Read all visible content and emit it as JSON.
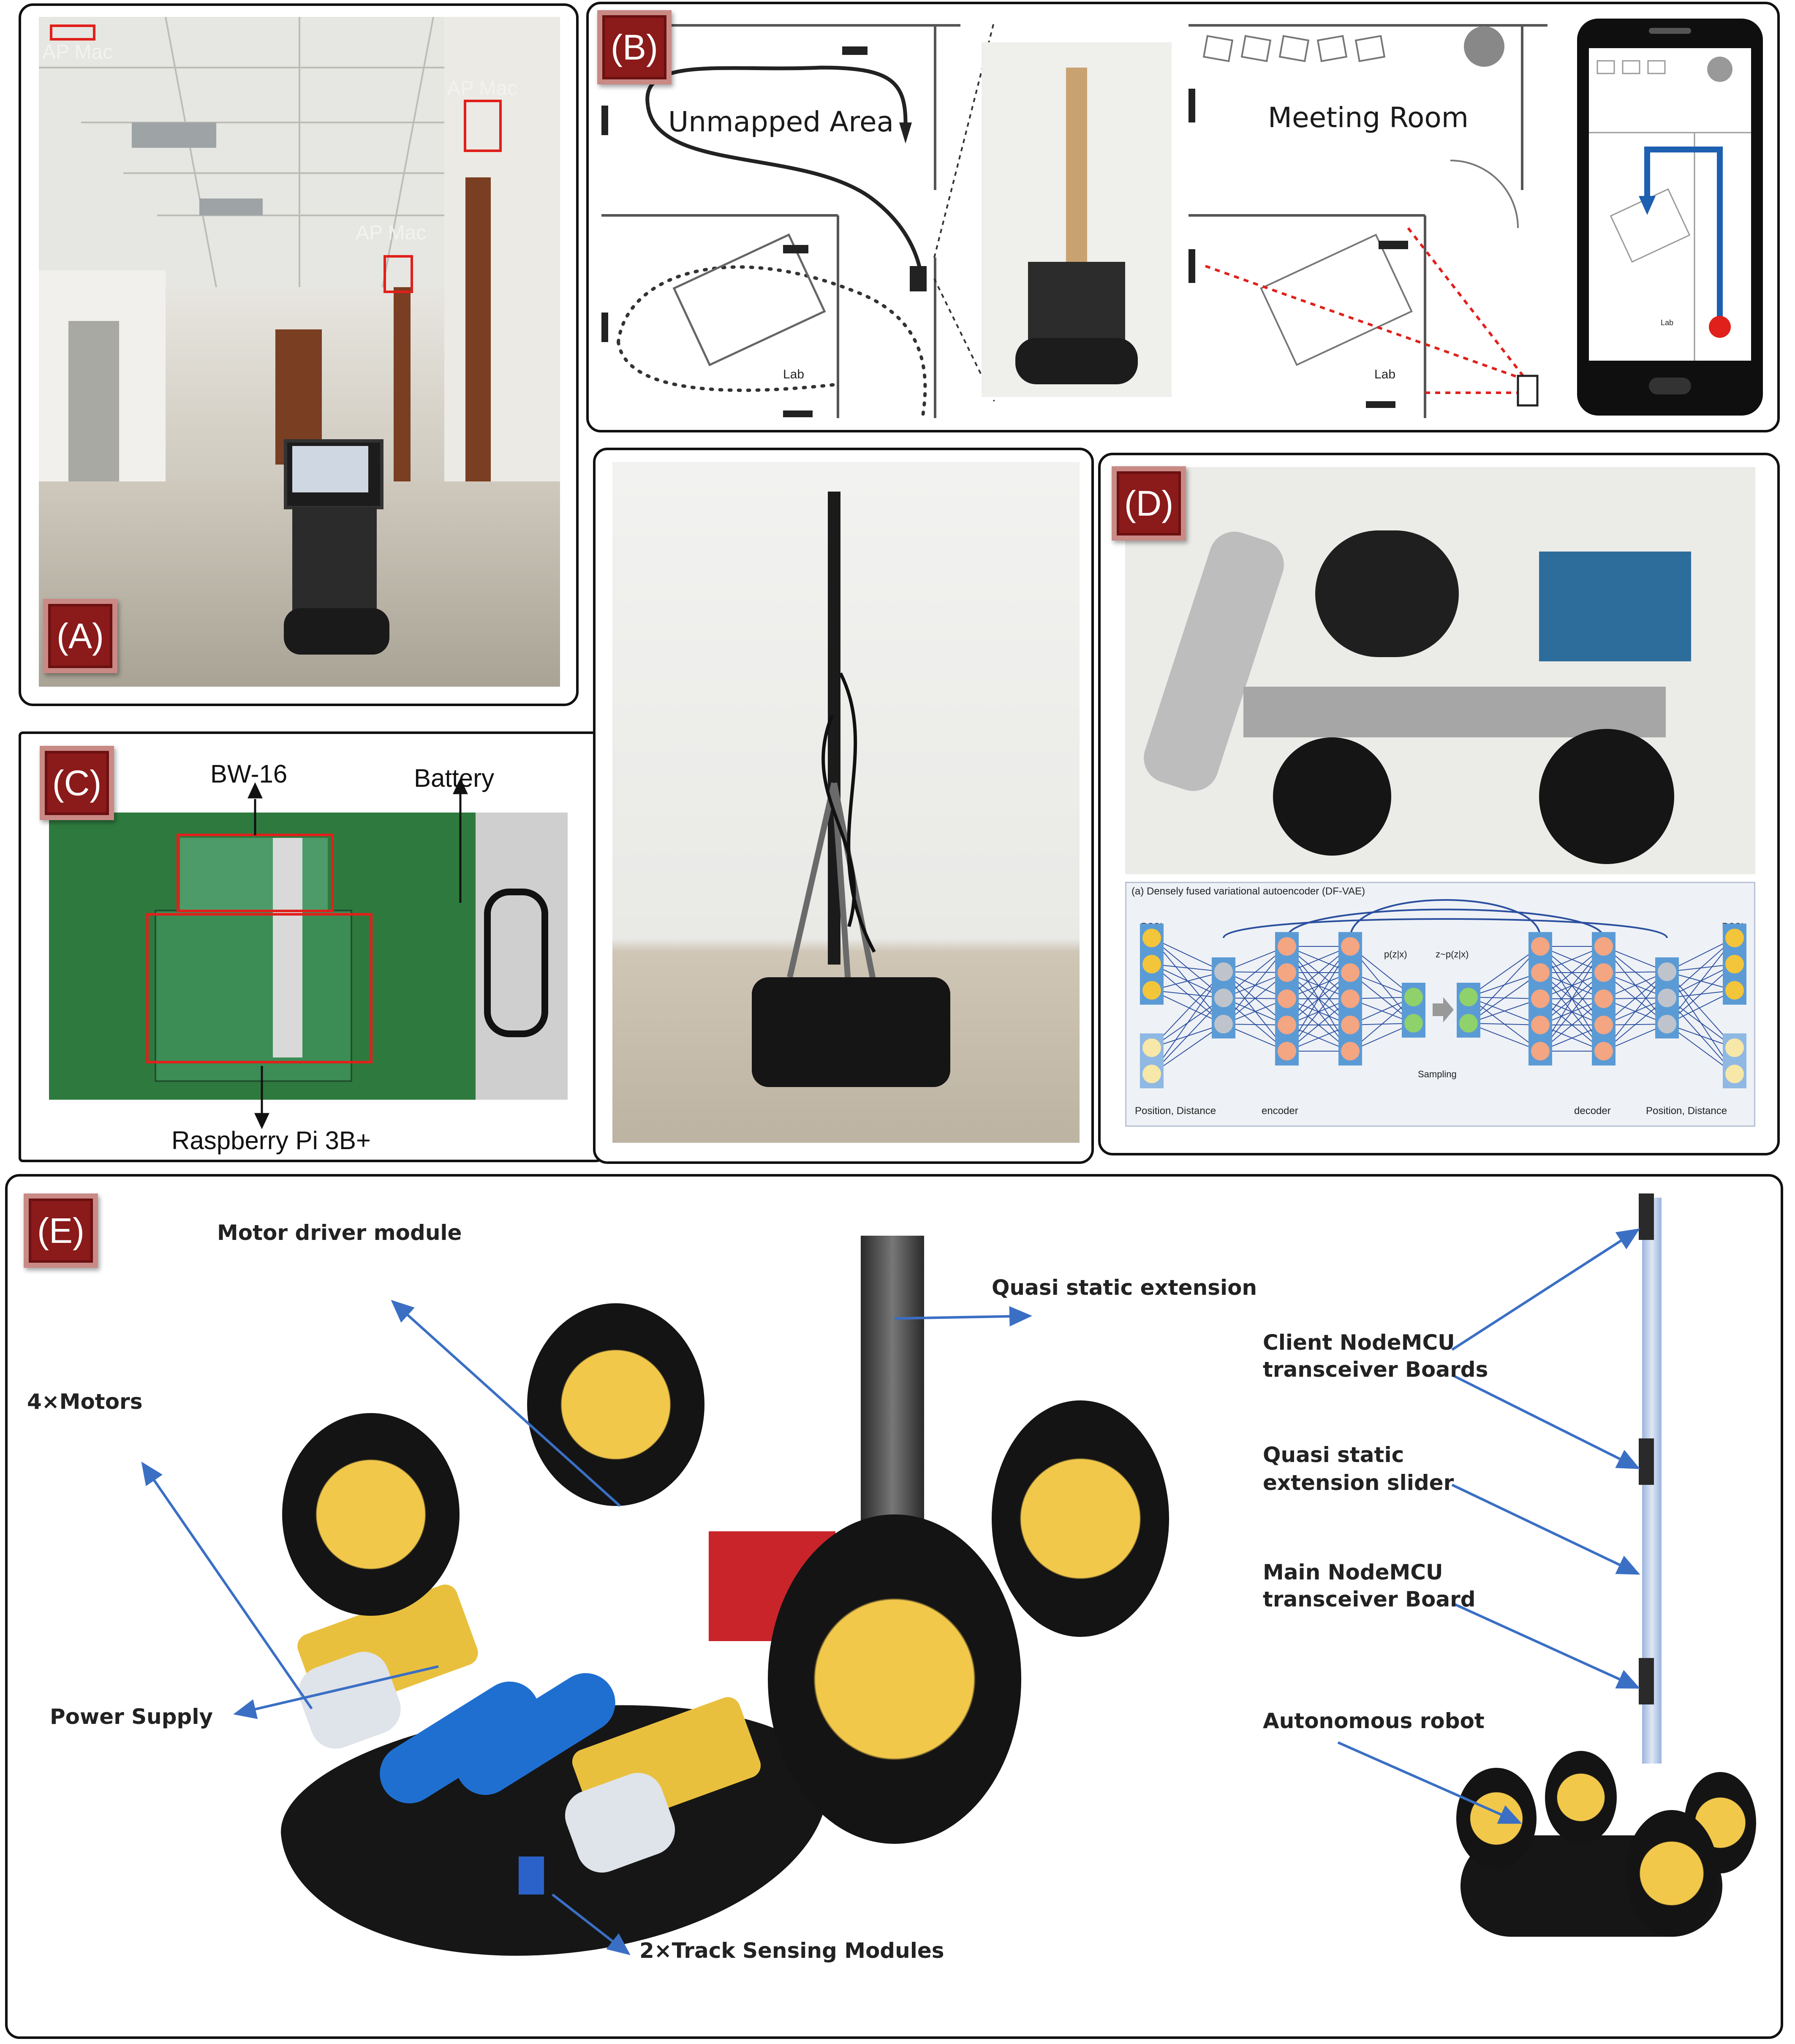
{
  "panels": {
    "A": {
      "badge": "(A)",
      "ap_labels": [
        "AP Mac",
        "AP Mac",
        "AP Mac"
      ]
    },
    "B": {
      "badge": "(B)",
      "unmapped_area": "Unmapped Area",
      "meeting_room": "Meeting Room",
      "lab_left": "Lab",
      "lab_right": "Lab",
      "lab_phone": "Lab"
    },
    "C": {
      "badge": "(C)",
      "bw16": "BW-16",
      "battery": "Battery",
      "raspberry": "Raspberry Pi 3B+"
    },
    "D": {
      "badge": "(D)",
      "dfvae_title": "(a) Densely fused variational autoencoder (DF-VAE)",
      "rssi_left": "RSSI",
      "rssi_right": "RSSI",
      "pos_left": "Position, Distance",
      "pos_right": "Position, Distance",
      "encoder": "encoder",
      "decoder": "decoder",
      "sampling": "Sampling",
      "pzx": "p(z|x)",
      "zpzx": "z~p(z|x)"
    },
    "E": {
      "badge": "(E)",
      "motor_driver": "Motor driver module",
      "quasi_static_ext": "Quasi static extension",
      "motors": "4×Motors",
      "power_supply": "Power Supply",
      "track_sensing": "2×Track Sensing Modules",
      "client_boards_1": "Client NodeMCU",
      "client_boards_2": "transceiver Boards",
      "slider_1": "Quasi static",
      "slider_2": "extension slider",
      "main_board_1": "Main NodeMCU",
      "main_board_2": "transceiver Board",
      "autonomous": "Autonomous robot"
    }
  },
  "colors": {
    "badge_red": "#8b1a1a",
    "highlight_red": "#e0201b",
    "arrow_blue": "#3a6fc4",
    "wheel_yellow": "#f2c84b",
    "battery_blue": "#1f6fd1"
  }
}
